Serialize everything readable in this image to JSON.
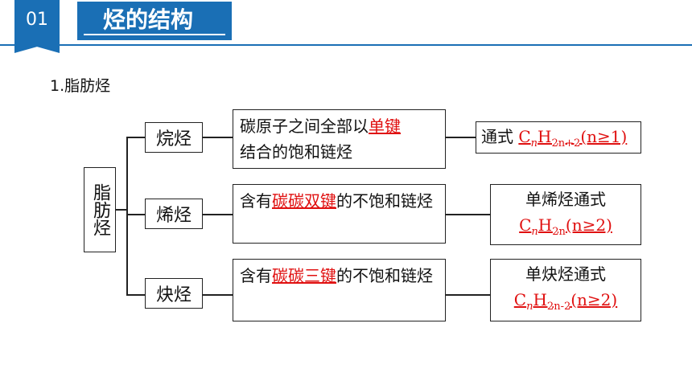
{
  "header": {
    "number": "01",
    "title": "烃的结构"
  },
  "section": {
    "heading": "1.脂肪烃"
  },
  "root": {
    "label": "脂肪烃"
  },
  "rows": [
    {
      "category": "烷烃",
      "desc_prefix": "碳原子之间全部以",
      "desc_highlight": "单键",
      "desc_suffix": "结合的饱和链烃",
      "formula_label": "通式",
      "formula_main": "C",
      "formula_sub1": "n",
      "formula_h": "H",
      "formula_sub2": "2n+2",
      "formula_cond": "(n≥1)"
    },
    {
      "category": "烯烃",
      "desc_prefix": "含有",
      "desc_highlight": "碳碳双键",
      "desc_suffix": "的不饱和链烃",
      "formula_label": "单烯烃通式",
      "formula_main": "C",
      "formula_sub1": "n",
      "formula_h": "H",
      "formula_sub2": "2n",
      "formula_cond": "(n≥2)"
    },
    {
      "category": "炔烃",
      "desc_prefix": "含有",
      "desc_highlight": "碳碳三键",
      "desc_suffix": "的不饱和链烃",
      "formula_label": "单炔烃通式",
      "formula_main": "C",
      "formula_sub1": "n",
      "formula_h": "H",
      "formula_sub2": "2n-2",
      "formula_cond": "(n≥2)"
    }
  ],
  "colors": {
    "accent": "#1a6fb5",
    "highlight": "#e01010"
  }
}
